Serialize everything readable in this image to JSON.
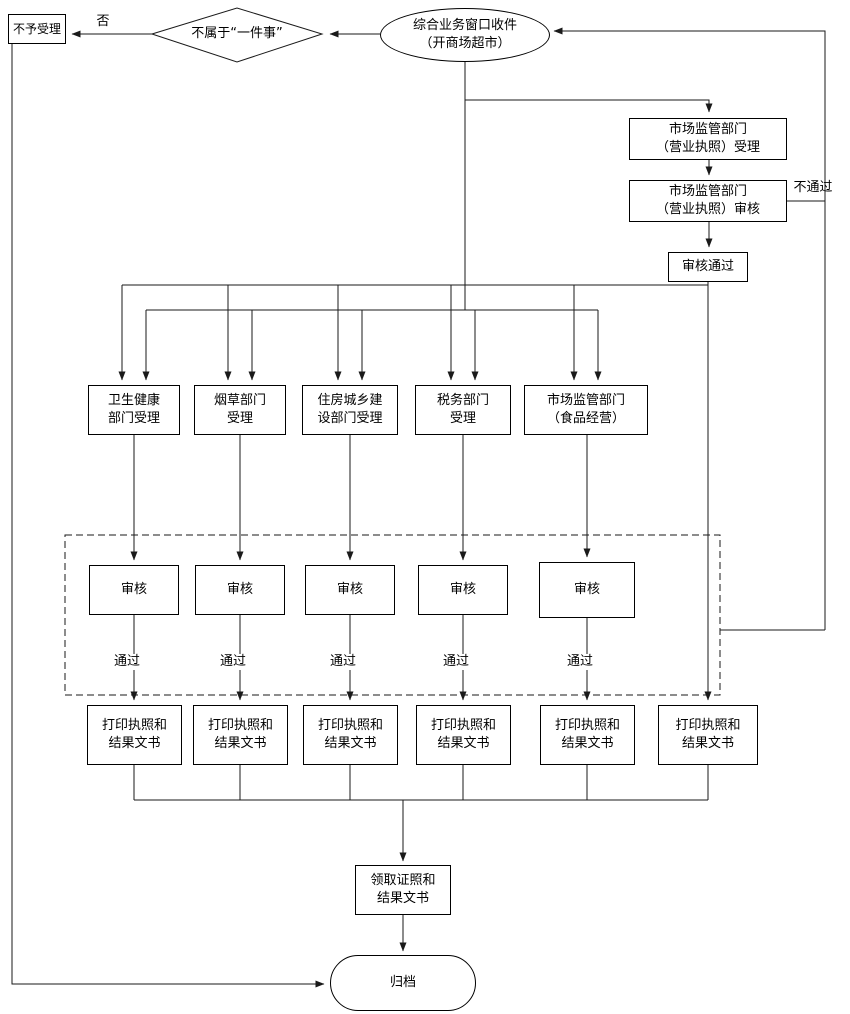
{
  "nodes": {
    "reception": "综合业务窗口收件\n（开商场超市）",
    "decision": "不属于“一件事”",
    "reject": "不予受理",
    "market_accept": "市场监管部门\n（营业执照）受理",
    "market_review": "市场监管部门\n（营业执照）审核",
    "review_passed": "审核通过",
    "dept_health": "卫生健康\n部门受理",
    "dept_tobacco": "烟草部门\n受理",
    "dept_housing": "住房城乡建\n设部门受理",
    "dept_tax": "税务部门\n受理",
    "dept_market_food": "市场监管部门\n（食品经营）",
    "review": "审核",
    "print_license": "打印执照和\n结果文书",
    "collect_license": "领取证照和\n结果文书",
    "archive": "归档"
  },
  "edge_labels": {
    "no": "否",
    "pass": "通过",
    "fail": "不通过"
  },
  "colors": {
    "stroke": "#1a1a1a",
    "background": "#ffffff"
  }
}
